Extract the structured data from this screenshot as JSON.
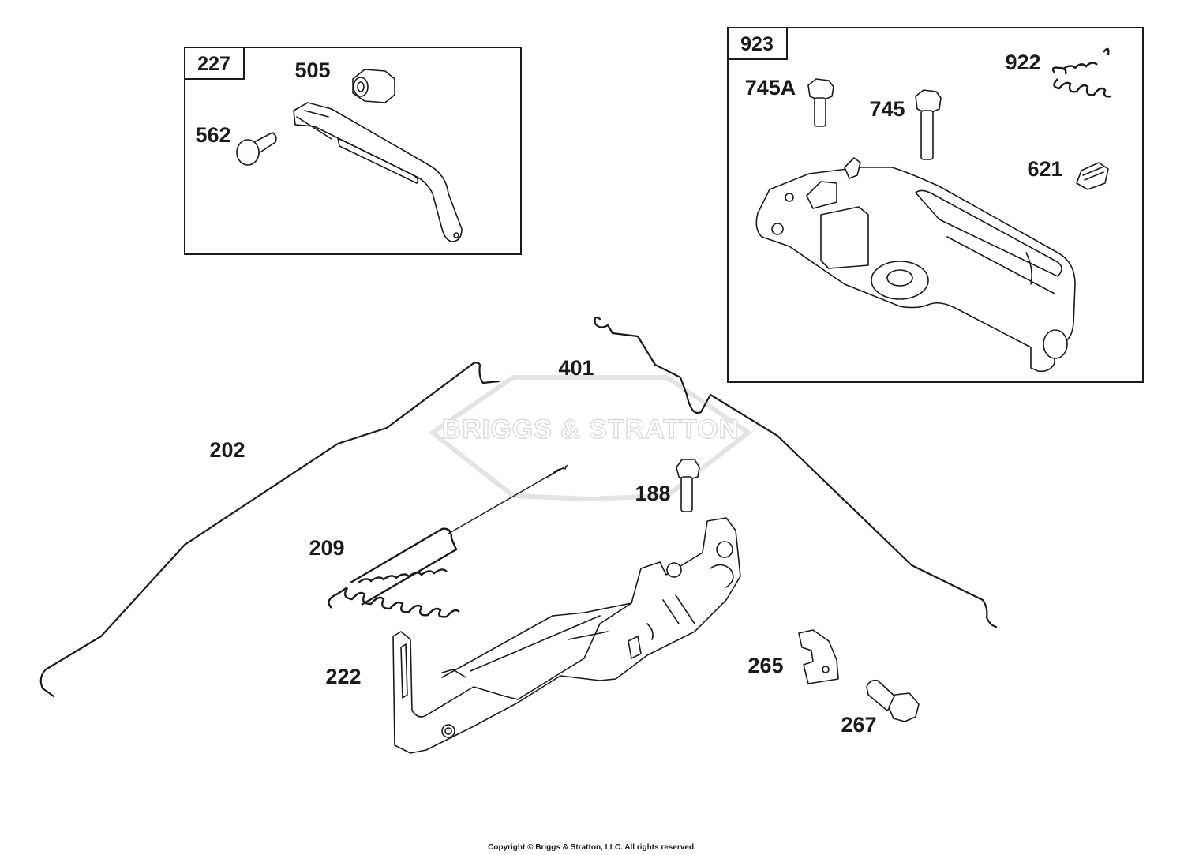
{
  "watermark": "BRIGGS & STRATTON",
  "copyright": "Copyright © Briggs & Stratton, LLC. All rights reserved.",
  "kits": [
    {
      "number": "227"
    },
    {
      "number": "923"
    }
  ],
  "parts": [
    {
      "number": "505"
    },
    {
      "number": "562"
    },
    {
      "number": "745A"
    },
    {
      "number": "745"
    },
    {
      "number": "922"
    },
    {
      "number": "621"
    },
    {
      "number": "401"
    },
    {
      "number": "202"
    },
    {
      "number": "188"
    },
    {
      "number": "209"
    },
    {
      "number": "222"
    },
    {
      "number": "265"
    },
    {
      "number": "267"
    }
  ]
}
